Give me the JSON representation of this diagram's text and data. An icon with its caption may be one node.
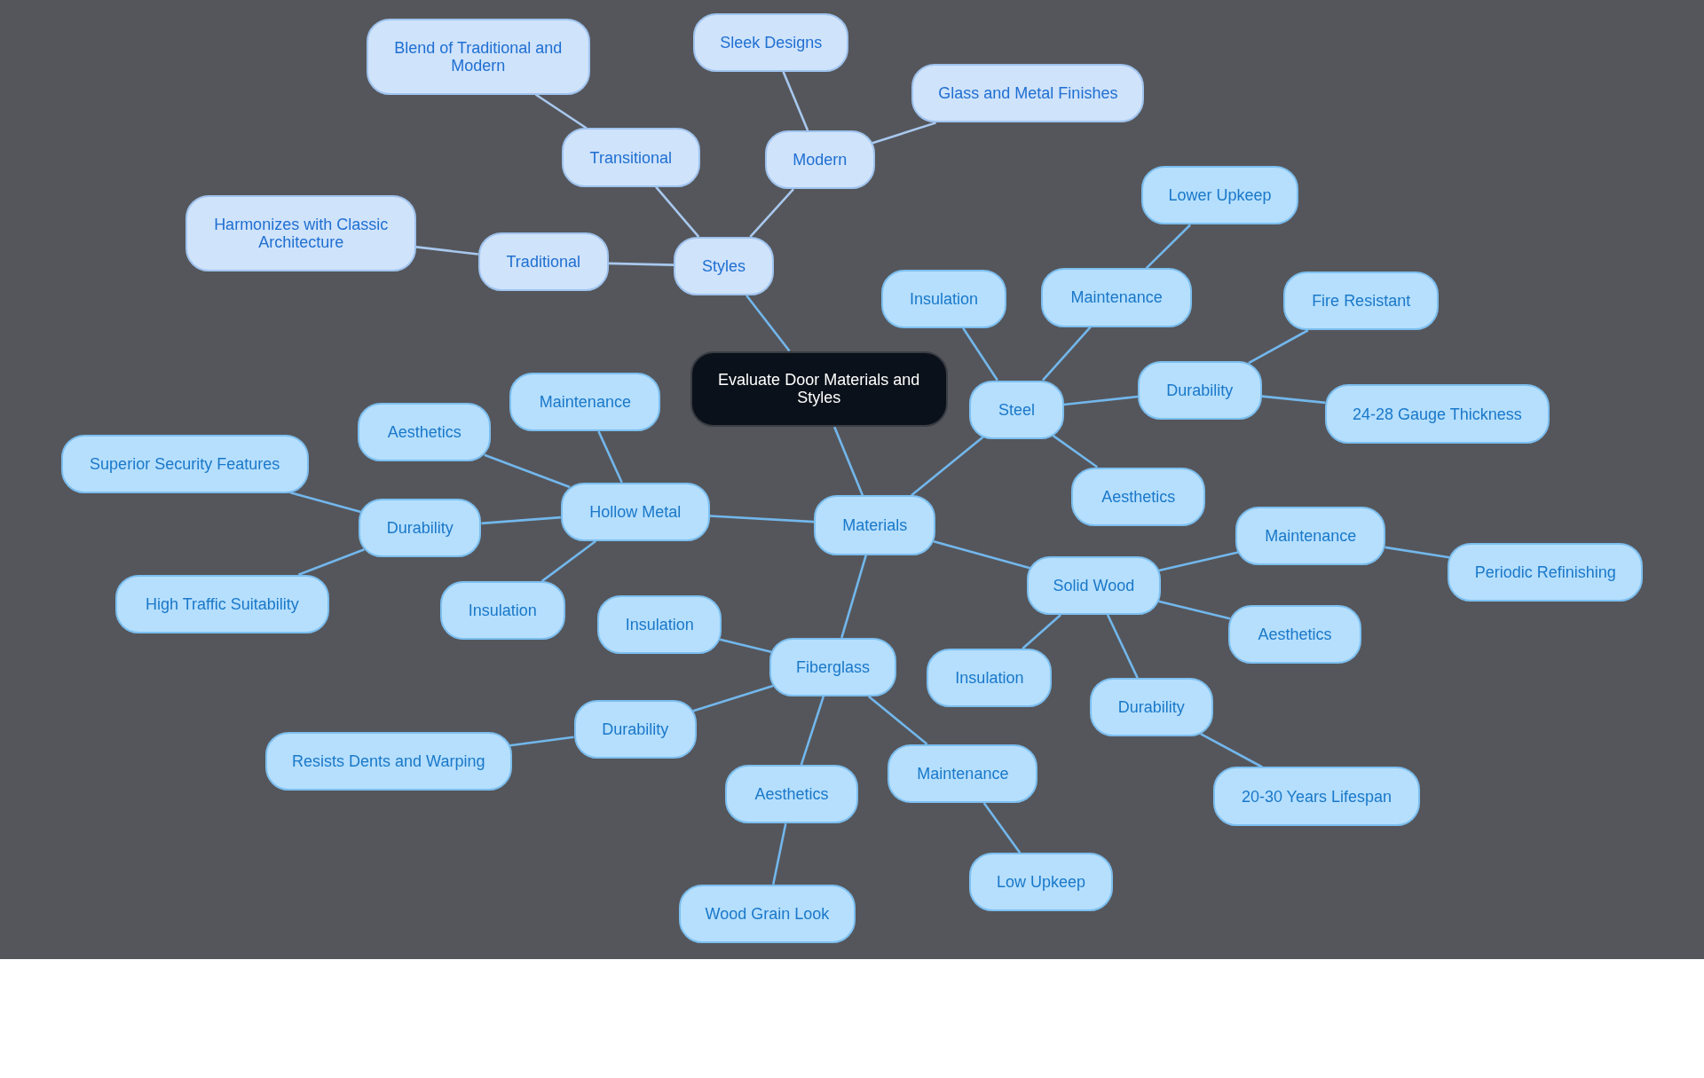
{
  "diagram": {
    "nodes": [
      {
        "text": [
          "Evaluate Door Materials and Styles"
        ]
      },
      {
        "text": [
          "Styles"
        ]
      },
      {
        "text": [
          "Traditional"
        ]
      },
      {
        "text": [
          "Harmonizes with Classic Architecture"
        ]
      },
      {
        "text": [
          "Transitional"
        ]
      },
      {
        "text": [
          "Blend of Traditional and Modern"
        ]
      },
      {
        "text": [
          "Modern"
        ]
      },
      {
        "text": [
          "Sleek Designs"
        ]
      },
      {
        "text": [
          "Glass and Metal Finishes"
        ]
      },
      {
        "text": [
          "Materials"
        ]
      },
      {
        "text": [
          "Steel"
        ]
      },
      {
        "text": [
          "Insulation"
        ]
      },
      {
        "text": [
          "Maintenance"
        ]
      },
      {
        "text": [
          "Lower Upkeep"
        ]
      },
      {
        "text": [
          "Durability"
        ]
      },
      {
        "text": [
          "Fire Resistant"
        ]
      },
      {
        "text": [
          "24-28 Gauge Thickness"
        ]
      },
      {
        "text": [
          "Aesthetics"
        ]
      },
      {
        "text": [
          "Hollow Metal"
        ]
      },
      {
        "text": [
          "Maintenance"
        ]
      },
      {
        "text": [
          "Aesthetics"
        ]
      },
      {
        "text": [
          "Durability"
        ]
      },
      {
        "text": [
          "Superior Security Features"
        ]
      },
      {
        "text": [
          "High Traffic Suitability"
        ]
      },
      {
        "text": [
          "Insulation"
        ]
      },
      {
        "text": [
          "Solid Wood"
        ]
      },
      {
        "text": [
          "Maintenance"
        ]
      },
      {
        "text": [
          "Periodic Refinishing"
        ]
      },
      {
        "text": [
          "Aesthetics"
        ]
      },
      {
        "text": [
          "Insulation"
        ]
      },
      {
        "text": [
          "Durability"
        ]
      },
      {
        "text": [
          "20-30 Years Lifespan"
        ]
      },
      {
        "text": [
          "Fiberglass"
        ]
      },
      {
        "text": [
          "Insulation"
        ]
      },
      {
        "text": [
          "Durability"
        ]
      },
      {
        "text": [
          "Resists Dents and Warping"
        ]
      },
      {
        "text": [
          "Aesthetics"
        ]
      },
      {
        "text": [
          "Wood Grain Look"
        ]
      },
      {
        "text": [
          "Maintenance"
        ]
      },
      {
        "text": [
          "Low Upkeep"
        ]
      }
    ],
    "edges": [
      {
        "from": 0,
        "to": 1,
        "arrow": "none"
      },
      {
        "from": 1,
        "to": 2,
        "arrow": "none",
        "color": "#a8c8ee"
      },
      {
        "from": 2,
        "to": 3,
        "arrow": "none",
        "color": "#a8c8ee"
      },
      {
        "from": 1,
        "to": 4,
        "arrow": "none",
        "color": "#a8c8ee"
      },
      {
        "from": 4,
        "to": 5,
        "arrow": "none",
        "color": "#a8c8ee"
      },
      {
        "from": 1,
        "to": 6,
        "arrow": "none",
        "color": "#a8c8ee"
      },
      {
        "from": 6,
        "to": 7,
        "arrow": "none",
        "color": "#a8c8ee"
      },
      {
        "from": 6,
        "to": 8,
        "arrow": "none",
        "color": "#a8c8ee"
      },
      {
        "from": 0,
        "to": 9,
        "arrow": "none"
      },
      {
        "from": 9,
        "to": 10,
        "arrow": "none"
      },
      {
        "from": 10,
        "to": 11,
        "arrow": "none"
      },
      {
        "from": 10,
        "to": 12,
        "arrow": "none"
      },
      {
        "from": 12,
        "to": 13,
        "arrow": "none"
      },
      {
        "from": 10,
        "to": 14,
        "arrow": "none"
      },
      {
        "from": 14,
        "to": 15,
        "arrow": "none"
      },
      {
        "from": 14,
        "to": 16,
        "arrow": "none"
      },
      {
        "from": 10,
        "to": 17,
        "arrow": "none"
      },
      {
        "from": 9,
        "to": 18,
        "arrow": "none"
      },
      {
        "from": 18,
        "to": 19,
        "arrow": "none"
      },
      {
        "from": 18,
        "to": 20,
        "arrow": "none"
      },
      {
        "from": 18,
        "to": 21,
        "arrow": "none"
      },
      {
        "from": 21,
        "to": 22,
        "arrow": "none"
      },
      {
        "from": 21,
        "to": 23,
        "arrow": "none"
      },
      {
        "from": 18,
        "to": 24,
        "arrow": "none"
      },
      {
        "from": 9,
        "to": 25,
        "arrow": "none"
      },
      {
        "from": 25,
        "to": 26,
        "arrow": "none"
      },
      {
        "from": 26,
        "to": 27,
        "arrow": "none"
      },
      {
        "from": 25,
        "to": 28,
        "arrow": "none"
      },
      {
        "from": 25,
        "to": 29,
        "arrow": "none"
      },
      {
        "from": 25,
        "to": 30,
        "arrow": "none"
      },
      {
        "from": 30,
        "to": 31,
        "arrow": "none"
      },
      {
        "from": 9,
        "to": 32,
        "arrow": "none"
      },
      {
        "from": 32,
        "to": 33,
        "arrow": "none"
      },
      {
        "from": 32,
        "to": 34,
        "arrow": "none"
      },
      {
        "from": 34,
        "to": 35,
        "arrow": "none"
      },
      {
        "from": 32,
        "to": 36,
        "arrow": "none"
      },
      {
        "from": 36,
        "to": 37,
        "arrow": "none"
      },
      {
        "from": 32,
        "to": 38,
        "arrow": "none"
      },
      {
        "from": 38,
        "to": 39,
        "arrow": "none"
      }
    ]
  }
}
